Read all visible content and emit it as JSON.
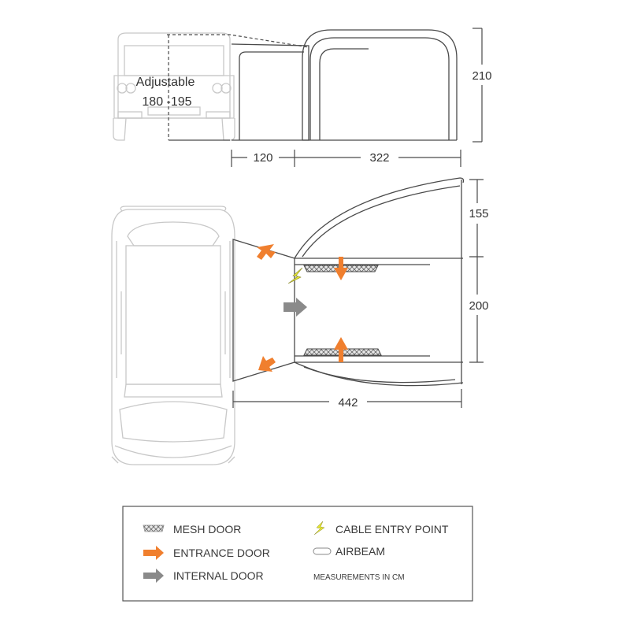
{
  "front_view": {
    "adjustable_label": "Adjustable",
    "adjustable_range": "180 -195",
    "height": "210",
    "width_annex": "120",
    "width_main": "322"
  },
  "plan_view": {
    "depth_front": "155",
    "depth_rear": "200",
    "total_length": "442"
  },
  "legend": {
    "mesh_door": "MESH DOOR",
    "entrance_door": "ENTRANCE DOOR",
    "internal_door": "INTERNAL DOOR",
    "cable_entry": "CABLE ENTRY POINT",
    "airbeam": "AIRBEAM",
    "measurements": "MEASUREMENTS IN CM"
  },
  "colors": {
    "line": "#4a4a4a",
    "vehicle": "#c8c8c8",
    "entrance_arrow": "#f07f2e",
    "internal_arrow": "#8a8a8a",
    "cable_bolt": "#e6e633",
    "mesh_fill": "#d9d9d9"
  },
  "icons": [
    "mesh-door-icon",
    "entrance-arrow-icon",
    "internal-arrow-icon",
    "cable-entry-icon",
    "airbeam-icon"
  ]
}
